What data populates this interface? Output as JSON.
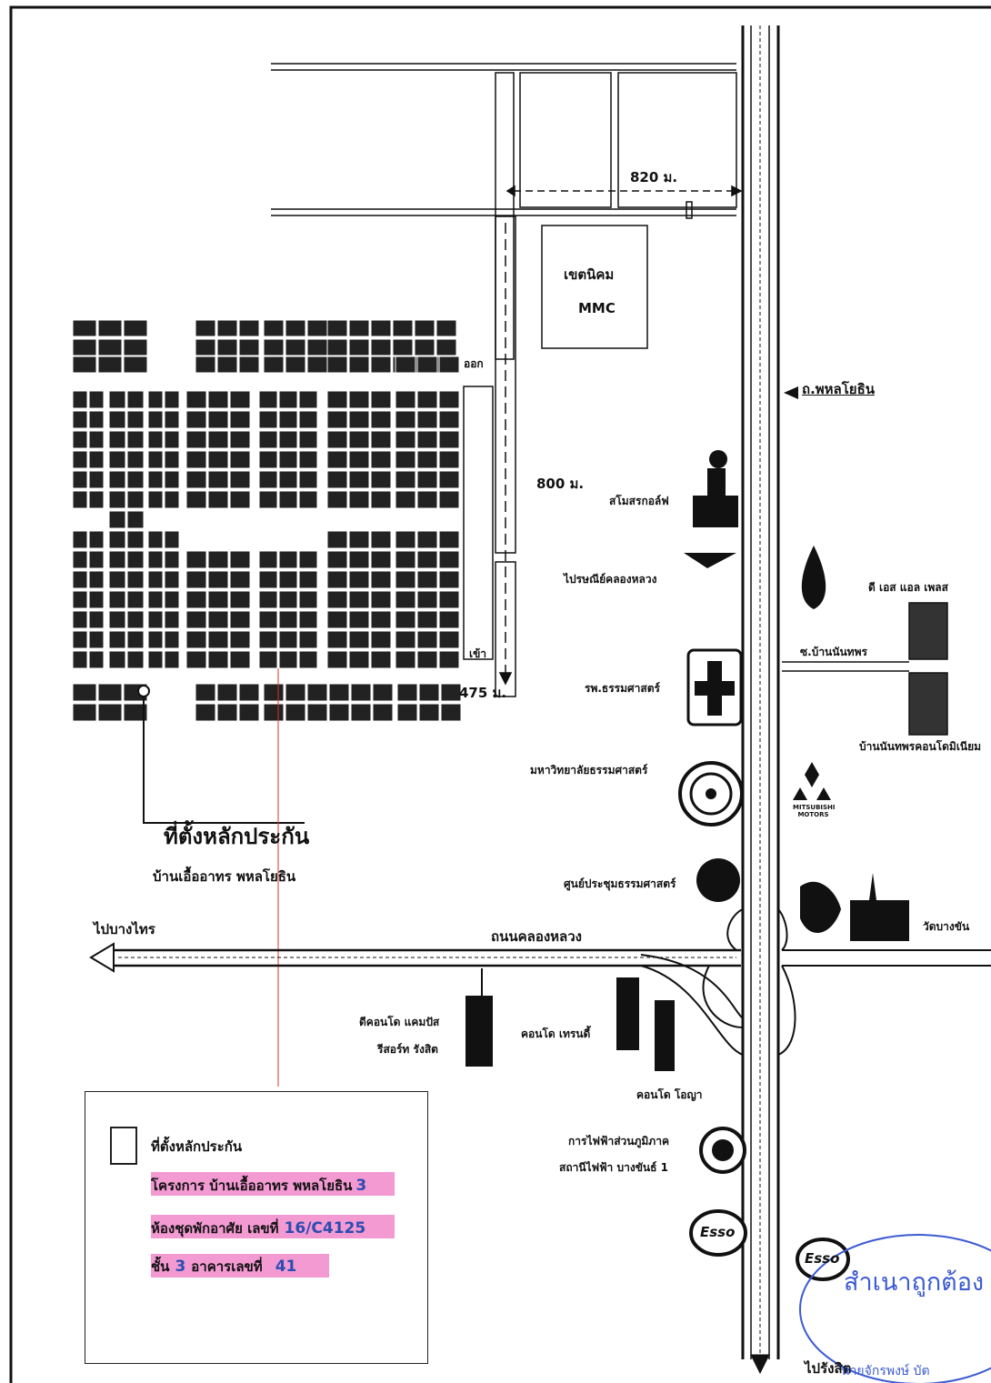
{
  "distances": {
    "top_road": "820 ม.",
    "inner_road": "800 ม.",
    "lower": "475 ม."
  },
  "roads": {
    "phahonyothin": "ถ.พหลโยธิน",
    "khlong_luang": "ถนนคลองหลวง",
    "ban_nan": "ซ.บ้านนันทพร",
    "to_bang_sai": "ไปบางไทร",
    "to_rangsit": "ไปรังสิต"
  },
  "estate": {
    "exit": "ออก",
    "enter": "เข้า",
    "industrial_line1": "เขตนิคม",
    "industrial_line2": "MMC"
  },
  "location": {
    "title": "ที่ตั้งหลักประกัน",
    "subtitle": "บ้านเอื้ออาทร พหลโยธิน"
  },
  "landmarks": {
    "golf": "สโมสรกอล์ฟ",
    "post": "ไปรษณีย์คลองหลวง",
    "hospital": "รพ.ธรรมศาสตร์",
    "university": "มหาวิทยาลัยธรรมศาสตร์",
    "convention": "ศูนย์ประชุมธรรมศาสตร์",
    "dsl": "ดี เอส แอล เพลส",
    "ban_nan_condo": "บ้านนันทพรคอนโดมิเนียม",
    "mitsubishi": "MITSUBISHI MOTORS",
    "wat": "วัดบางขัน",
    "dcondo_l1": "ดีคอนโด แคมปัส",
    "dcondo_l2": "รีสอร์ท รังสิต",
    "condo_trendy": "คอนโด เทรนดี้",
    "condo_oyya": "คอนโด โอญา",
    "pea_l1": "การไฟฟ้าส่วนภูมิภาค",
    "pea_l2": "สถานีไฟฟ้า บางขันธ์ 1",
    "esso": "Esso"
  },
  "legend": {
    "title": "ที่ตั้งหลักประกัน",
    "project_label": "โครงการ บ้านเอื้ออาทร พหลโยธิน",
    "project_hw": "3",
    "unit_label": "ห้องชุดพักอาศัย เลขที่",
    "unit_hw": "16/C4125",
    "floor_label": "ชั้น",
    "floor_hw": "3",
    "building_label": "อาคารเลขที่",
    "building_hw": "41"
  },
  "stamp": {
    "certified": "สำเนาถูกต้อง",
    "signer": "นายจักรพงษ์ บัต"
  }
}
